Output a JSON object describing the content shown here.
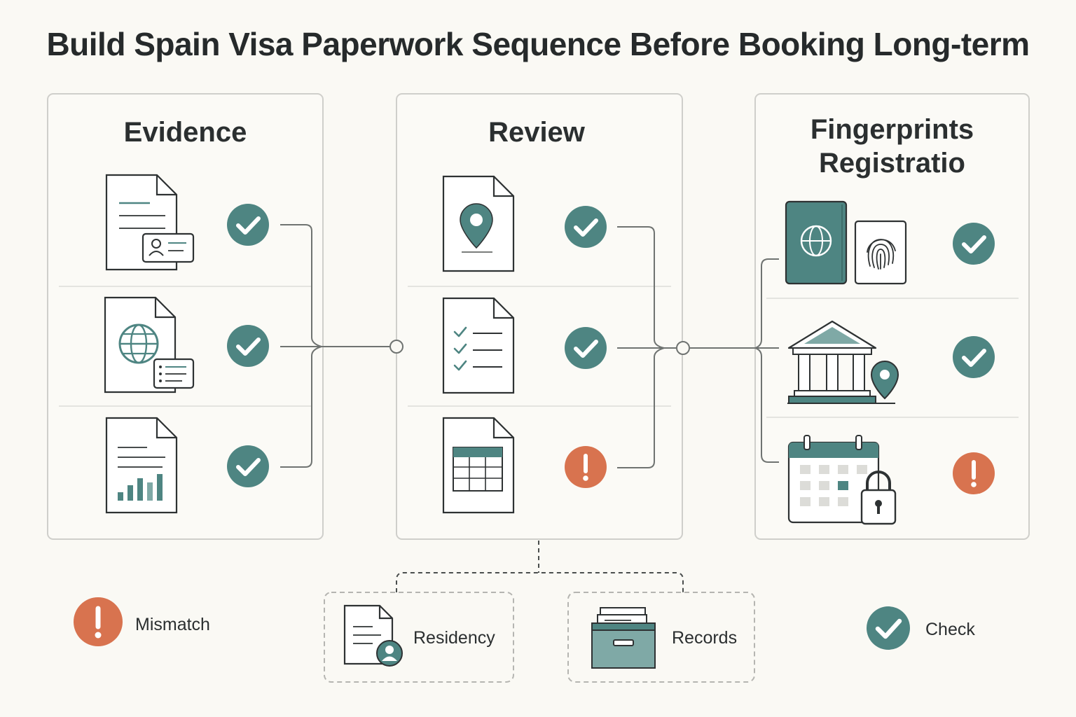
{
  "title": "Build Spain Visa Paperwork Sequence Before Booking Long-term",
  "colors": {
    "teal": "#4e8582",
    "teal_light": "#7fa9a6",
    "warning": "#d8734f",
    "stroke": "#2e3233",
    "panel_border": "#cfcfcb",
    "background": "#faf9f4"
  },
  "panels": [
    {
      "title_line1": "Evidence",
      "title_line2": "",
      "rows": [
        {
          "icon": "id-document-icon",
          "status": "check"
        },
        {
          "icon": "globe-document-icon",
          "status": "check"
        },
        {
          "icon": "bar-chart-document-icon",
          "status": "check"
        }
      ]
    },
    {
      "title_line1": "Review",
      "title_line2": "",
      "rows": [
        {
          "icon": "location-document-icon",
          "status": "check"
        },
        {
          "icon": "checklist-document-icon",
          "status": "check"
        },
        {
          "icon": "table-document-icon",
          "status": "warning"
        }
      ]
    },
    {
      "title_line1": "Fingerprints",
      "title_line2": "Registratio",
      "rows": [
        {
          "icon": "passport-fingerprint-icon",
          "status": "check"
        },
        {
          "icon": "government-building-icon",
          "status": "check"
        },
        {
          "icon": "locked-calendar-icon",
          "status": "warning"
        }
      ]
    }
  ],
  "sub_items": [
    {
      "label": "Residency",
      "icon": "resident-document-icon"
    },
    {
      "label": "Records",
      "icon": "records-archive-icon"
    }
  ],
  "legend": {
    "mismatch_label": "Mismatch",
    "check_label": "Check"
  }
}
